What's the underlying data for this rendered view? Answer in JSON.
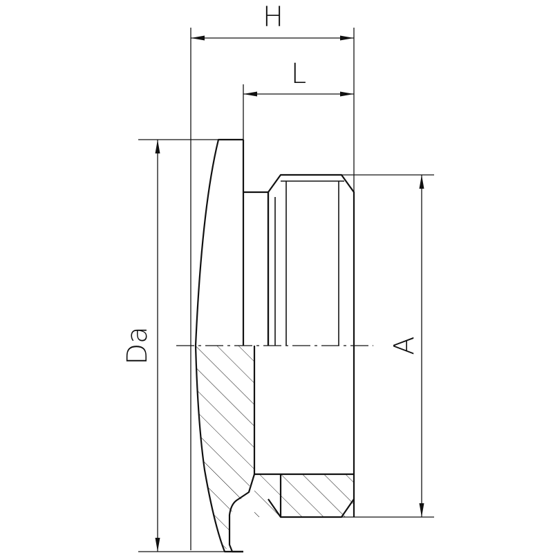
{
  "drawing": {
    "labels": {
      "overall_height": "H",
      "thread_length": "L",
      "outer_diameter": "Da",
      "thread_diameter": "A"
    },
    "stroke_color": "#111111",
    "background_color": "#ffffff"
  }
}
